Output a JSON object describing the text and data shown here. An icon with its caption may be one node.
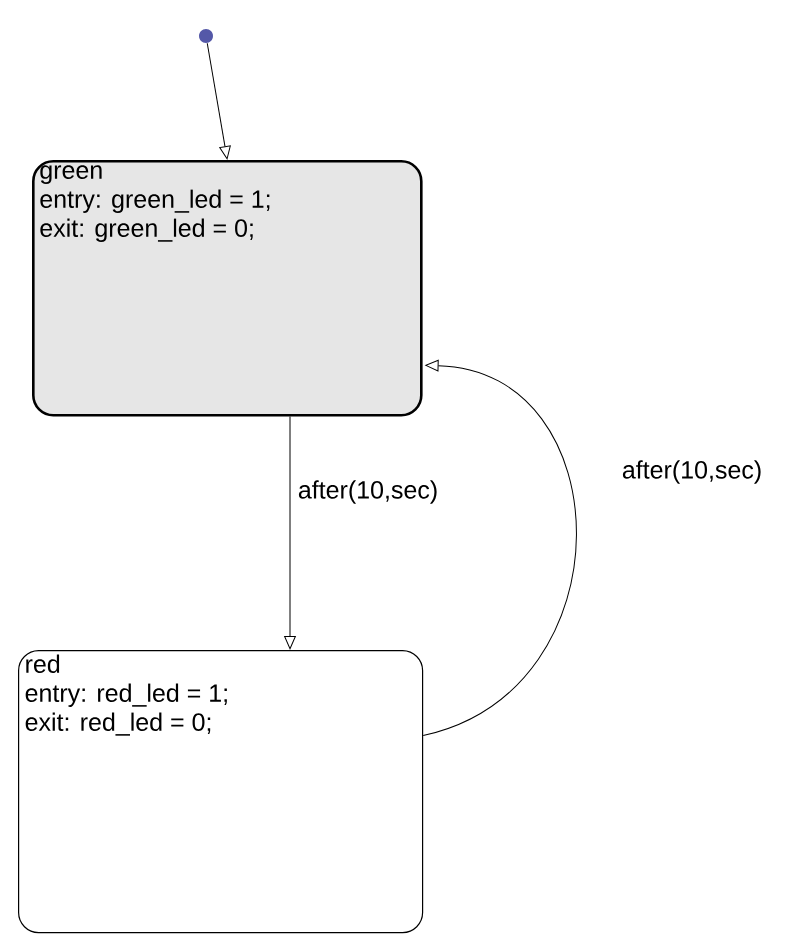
{
  "diagram": {
    "nodes": [
      {
        "text": [],
        "shape": "circle"
      },
      {
        "text": [
          "green",
          "entry: green_led = 1;",
          "exit: green_led = 0;"
        ]
      },
      {
        "text": [
          "red",
          "entry: red_led = 1;",
          "exit: red_led = 0;"
        ]
      }
    ],
    "edges": [
      {
        "from": 0,
        "to": 1,
        "arrow": "to"
      },
      {
        "from": 1,
        "to": 2,
        "arrow": "to",
        "label": "after(10,sec)"
      },
      {
        "from": 2,
        "to": 1,
        "arrow": "to",
        "label": "after(10,sec)"
      }
    ]
  }
}
